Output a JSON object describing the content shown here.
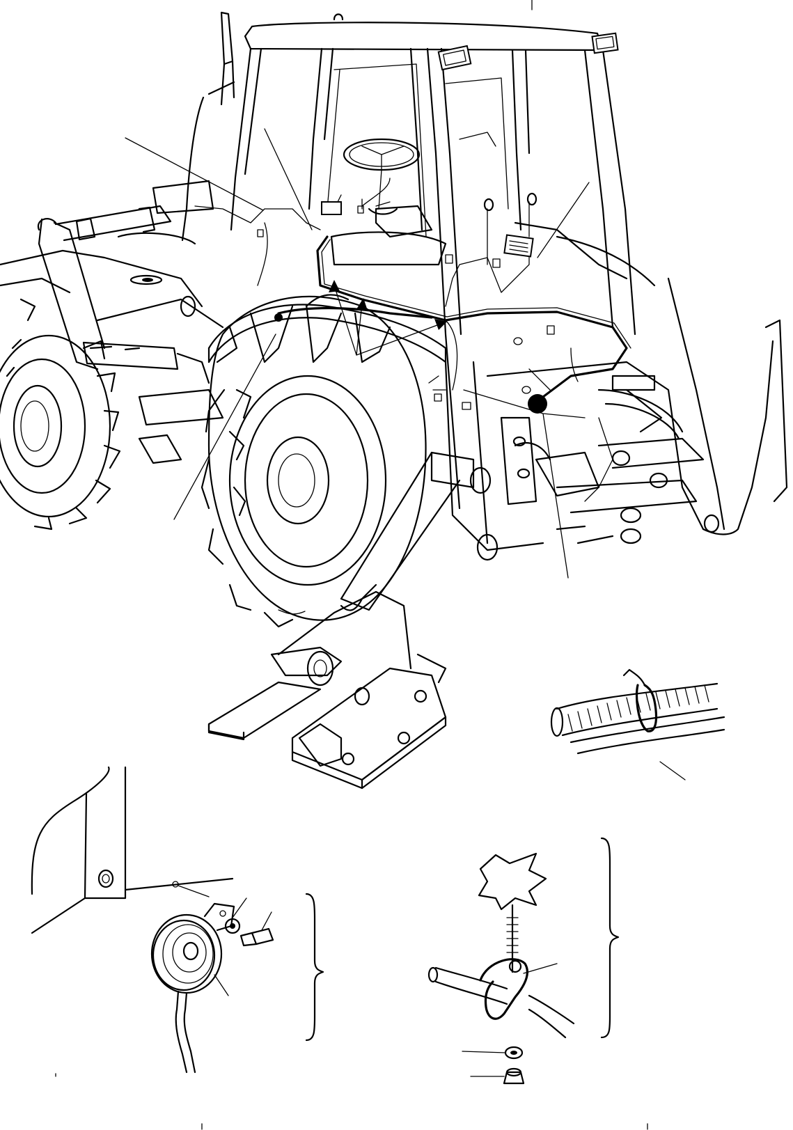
{
  "figure": {
    "description_kind": "exploded parts illustration",
    "callout_count": 11,
    "labels": []
  },
  "views": {
    "main": "backhoe-loader-wiring-harness",
    "detail_left": "horn-mounting",
    "detail_center": "harness-clip-mounting",
    "detail_right": "cable-tie-on-conduit"
  }
}
